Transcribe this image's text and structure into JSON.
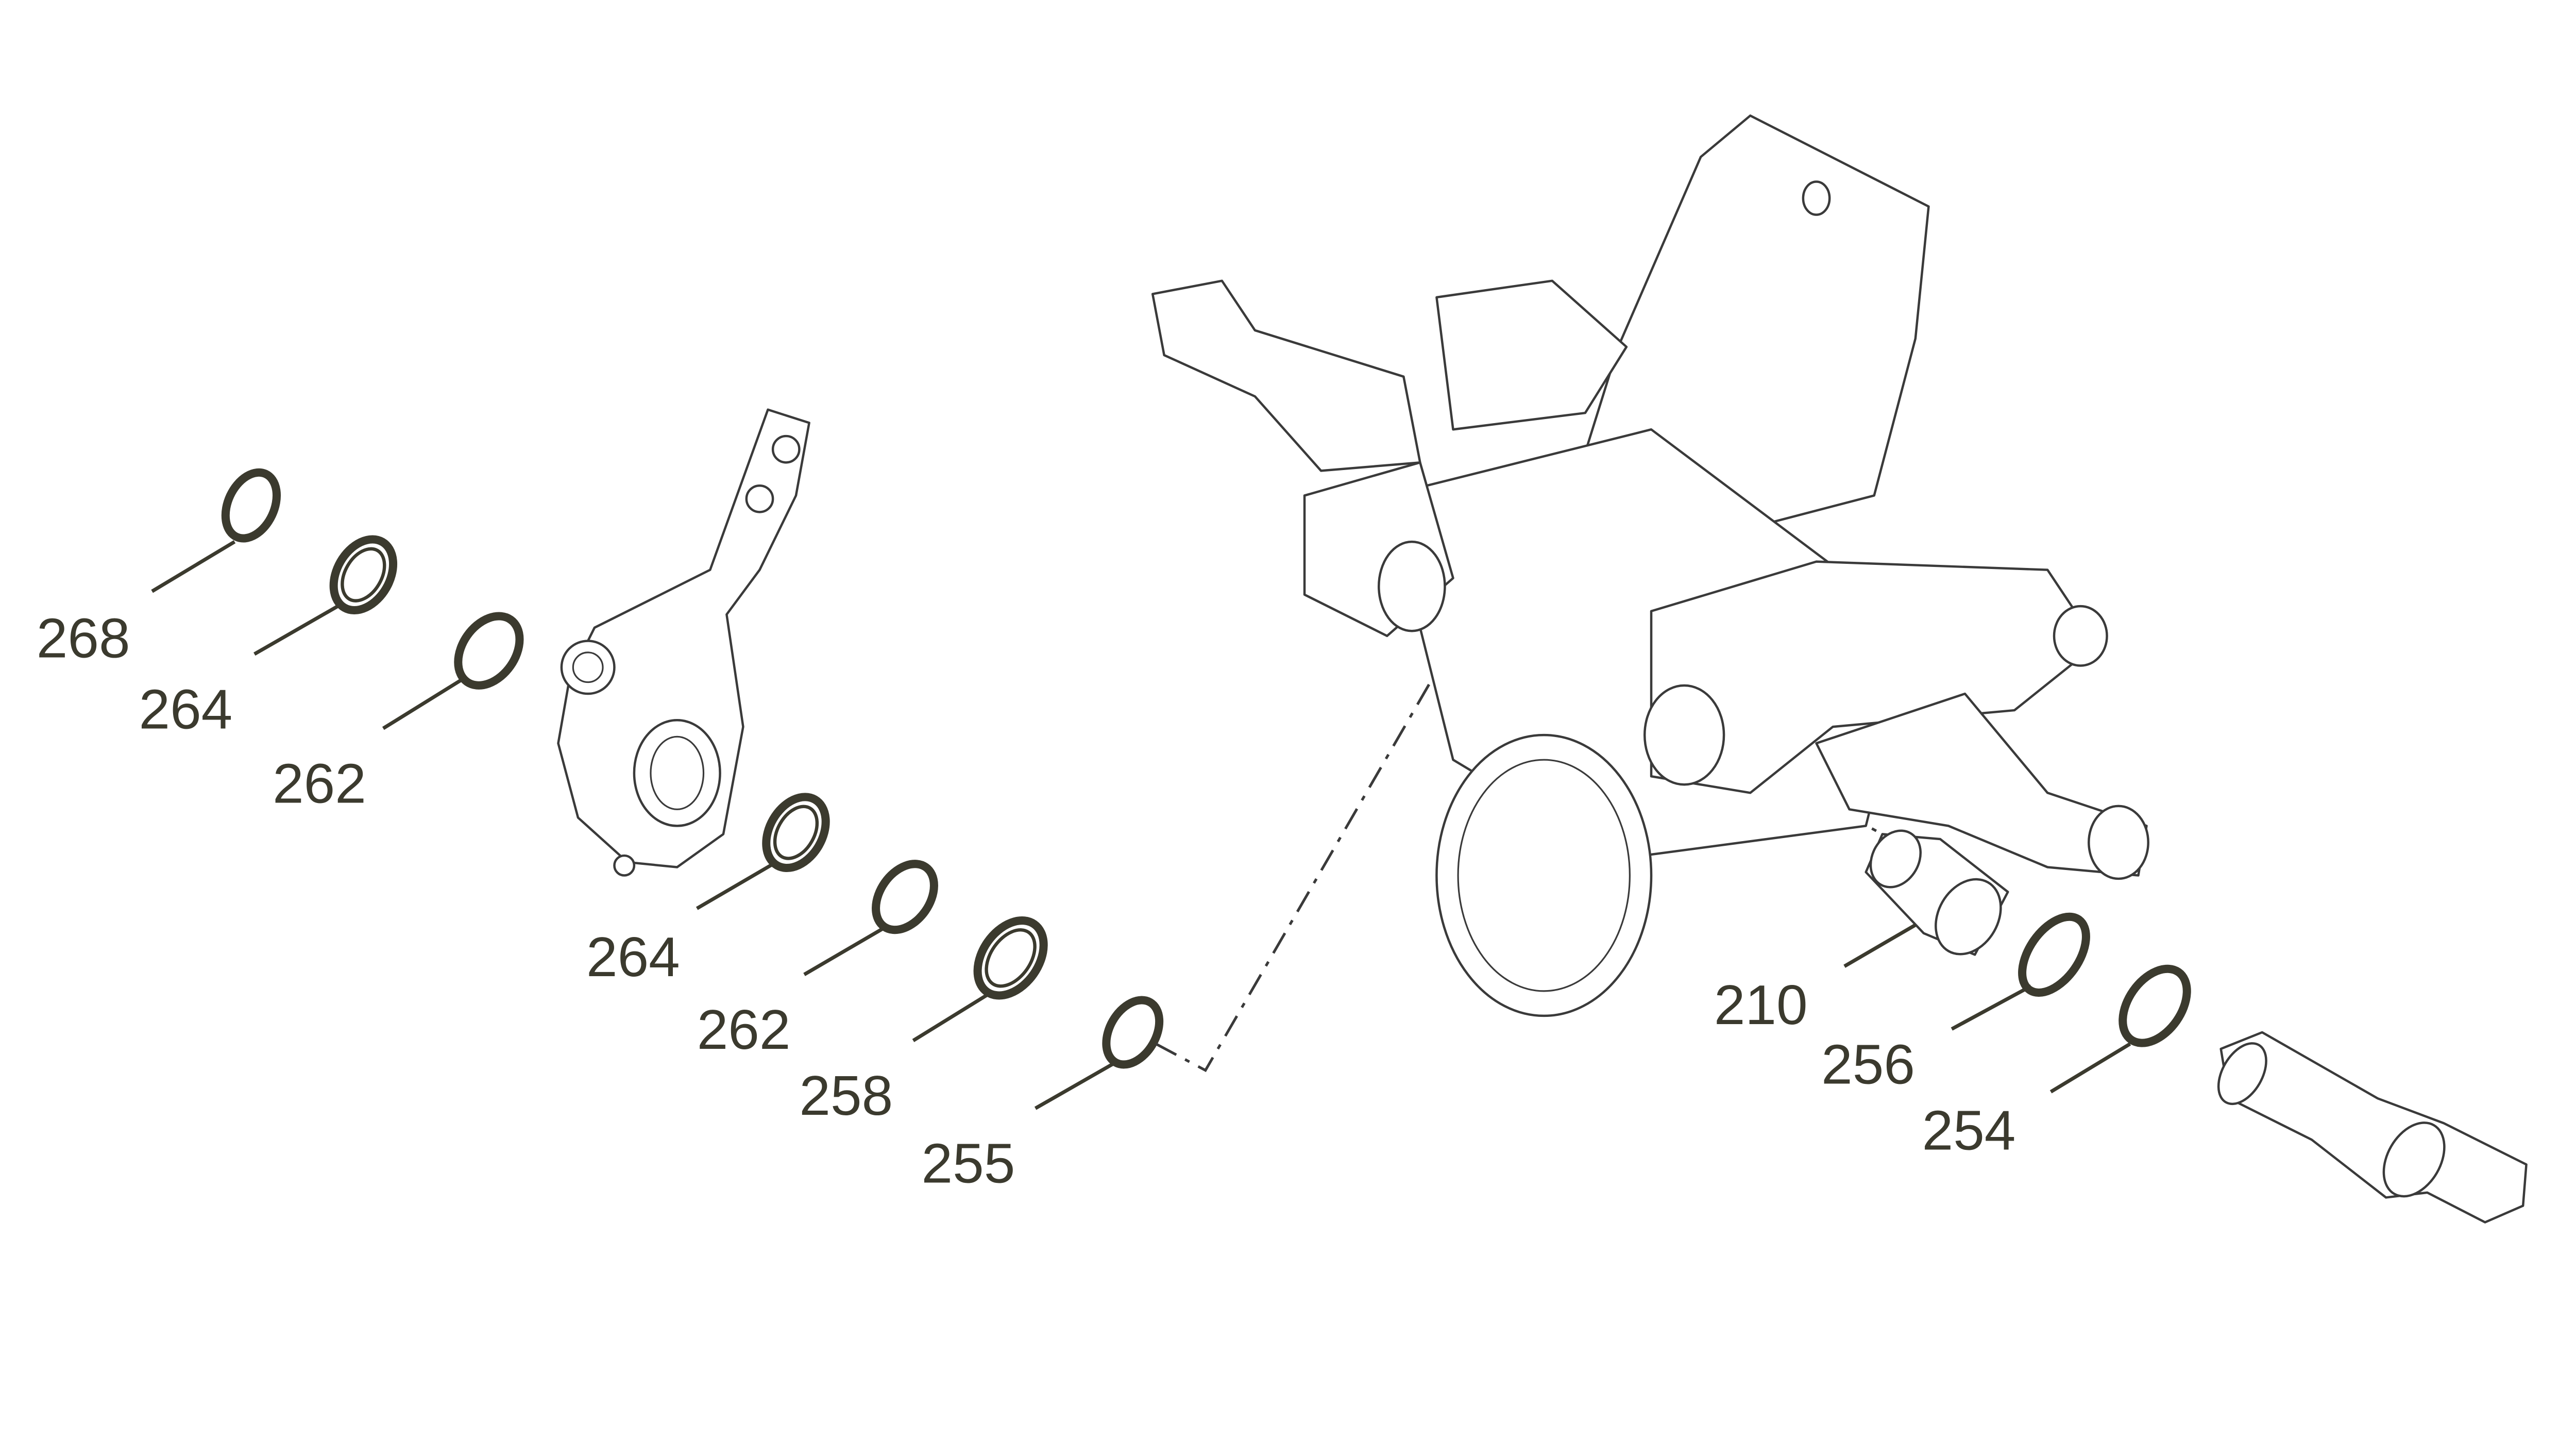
{
  "diagram": {
    "type": "exploded-parts-diagram",
    "callouts": [
      {
        "id": "268"
      },
      {
        "id": "264"
      },
      {
        "id": "262"
      },
      {
        "id": "264"
      },
      {
        "id": "262"
      },
      {
        "id": "258"
      },
      {
        "id": "255"
      },
      {
        "id": "210"
      },
      {
        "id": "256"
      },
      {
        "id": "254"
      }
    ],
    "colors": {
      "label": "#3b3a2e",
      "line": "#3a3a3a",
      "background": "#ffffff"
    }
  }
}
